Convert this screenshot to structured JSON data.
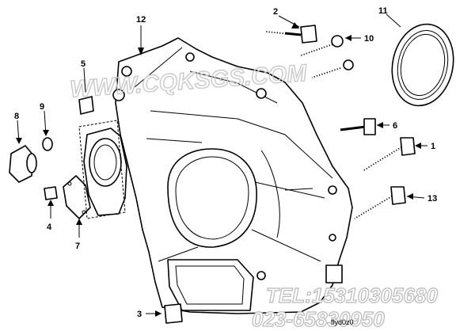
{
  "callouts": [
    {
      "id": "12",
      "label": "12"
    },
    {
      "id": "2",
      "label": "2"
    },
    {
      "id": "11",
      "label": "11"
    },
    {
      "id": "10",
      "label": "10"
    },
    {
      "id": "5",
      "label": "5"
    },
    {
      "id": "9",
      "label": "9"
    },
    {
      "id": "8",
      "label": "8"
    },
    {
      "id": "6",
      "label": "6"
    },
    {
      "id": "1",
      "label": "1"
    },
    {
      "id": "4",
      "label": "4"
    },
    {
      "id": "7",
      "label": "7"
    },
    {
      "id": "13",
      "label": "13"
    },
    {
      "id": "3",
      "label": "3"
    }
  ],
  "watermark": {
    "site": "WWW.CQKSGS.COM",
    "tel": "TEL:15310305680",
    "phone": "023-65830950"
  },
  "part_code": "flyd0z0"
}
